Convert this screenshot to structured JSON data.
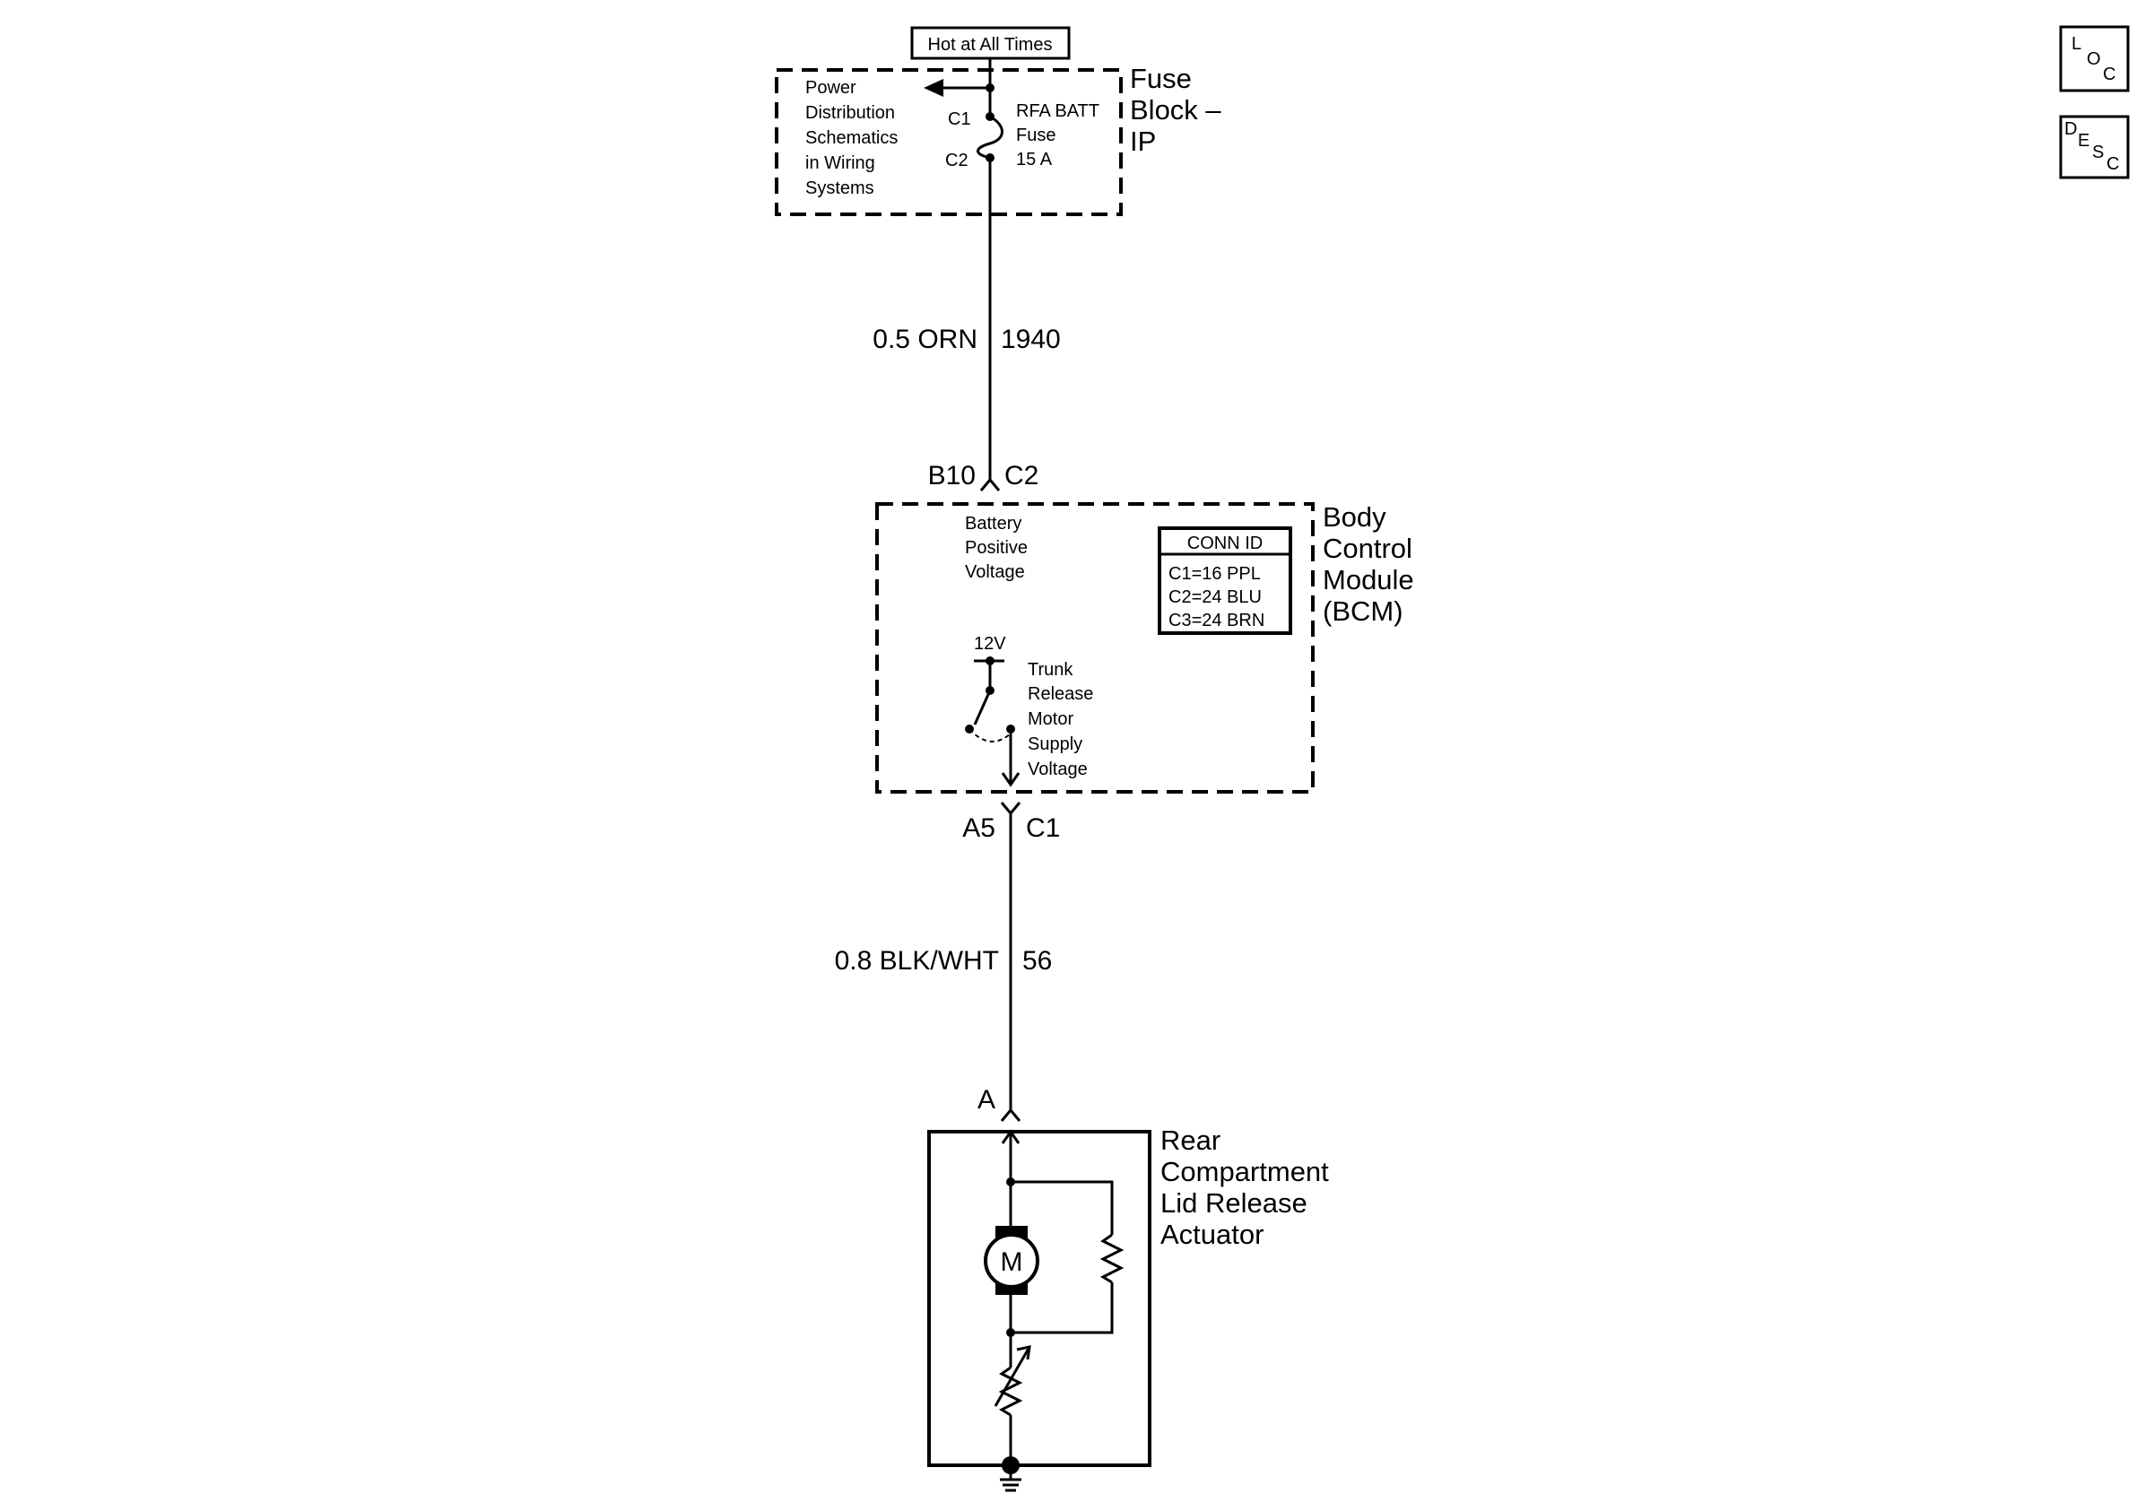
{
  "top_label": "Hot at All Times",
  "fuse_block": {
    "name_lines": [
      "Fuse",
      "Block –",
      "IP"
    ],
    "note_lines": [
      "Power",
      "Distribution",
      "Schematics",
      "in Wiring",
      "Systems"
    ],
    "connector_top": "C1",
    "connector_bottom": "C2",
    "fuse_lines": [
      "RFA BATT",
      "Fuse",
      "15 A"
    ]
  },
  "wire_1": {
    "spec": "0.5 ORN",
    "circuit": "1940"
  },
  "bcm": {
    "terminal_in": "B10",
    "connector_in": "C2",
    "name_lines": [
      "Body",
      "Control",
      "Module",
      "(BCM)"
    ],
    "input_label_lines": [
      "Battery",
      "Positive",
      "Voltage"
    ],
    "conn_id": {
      "title": "CONN ID",
      "rows": [
        "C1=16 PPL",
        "C2=24 BLU",
        "C3=24 BRN"
      ]
    },
    "switch_voltage": "12V",
    "output_label_lines": [
      "Trunk",
      "Release",
      "Motor",
      "Supply",
      "Voltage"
    ],
    "terminal_out": "A5",
    "connector_out": "C1"
  },
  "wire_2": {
    "spec": "0.8 BLK/WHT",
    "circuit": "56"
  },
  "actuator": {
    "terminal": "A",
    "name_lines": [
      "Rear",
      "Compartment",
      "Lid Release",
      "Actuator"
    ],
    "motor_symbol": "M"
  },
  "side_buttons": {
    "loc": [
      "L",
      "O",
      "C"
    ],
    "desc": [
      "D",
      "E",
      "S",
      "C"
    ]
  }
}
